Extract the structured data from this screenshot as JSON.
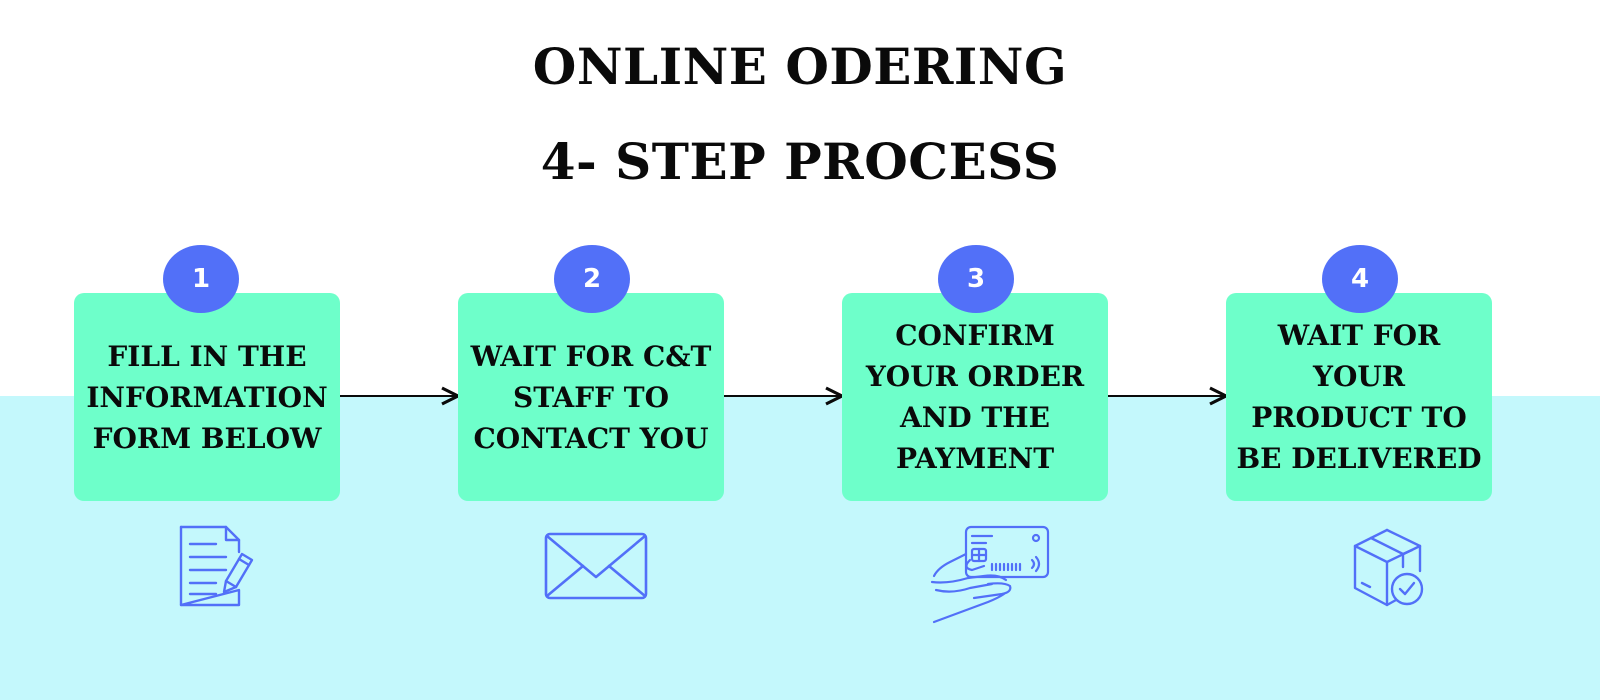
{
  "title": {
    "line1": "ONLINE ODERING",
    "line2": "4- STEP PROCESS"
  },
  "steps": [
    {
      "number": "1",
      "text": "FILL IN THE INFORMATION FORM BELOW",
      "icon": "document-pen-icon"
    },
    {
      "number": "2",
      "text": "WAIT FOR C&T STAFF TO CONTACT YOU",
      "icon": "envelope-icon"
    },
    {
      "number": "3",
      "text": "CONFIRM YOUR ORDER AND THE PAYMENT",
      "icon": "hand-credit-card-icon"
    },
    {
      "number": "4",
      "text": "WAIT FOR YOUR PRODUCT TO BE DELIVERED",
      "icon": "box-check-icon"
    }
  ],
  "colors": {
    "background": "#ffffff",
    "band": "#c4f8fc",
    "step_box": "#6effca",
    "badge": "#5270f8",
    "icon_stroke": "#5270f8",
    "text": "#0a0a0a"
  }
}
